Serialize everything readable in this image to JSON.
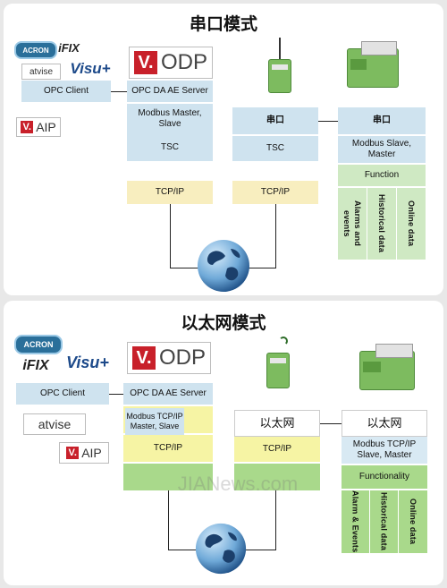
{
  "colors": {
    "blue": "#cfe3ef",
    "yellow": "#f8eebf",
    "yellow_bright": "#f6f4a4",
    "green": "#cfe9c3",
    "green_bright": "#a9d98b",
    "red": "#c8202a"
  },
  "top": {
    "title": "串口模式",
    "logos": {
      "acron": "ACRON",
      "ifix": "iFIX",
      "atvise": "atvise",
      "visu": "Visu+",
      "odp": "ODP",
      "aip": "AIP"
    },
    "opc_client": "OPC Client",
    "opc_da": "OPC DA AE Server",
    "modbus_master": "Modbus Master, Slave",
    "tsc": "TSC",
    "tcpip": "TCP/IP",
    "serial_mid": "串口",
    "tsc_mid": "TSC",
    "tcpip_mid": "TCP/IP",
    "serial_right": "串口",
    "modbus_slave": "Modbus Slave, Master",
    "function": "Function",
    "cols": [
      "Alarms and events",
      "Historical data",
      "Online data"
    ]
  },
  "bottom": {
    "title": "以太网模式",
    "logos": {
      "acron": "ACRON",
      "ifix": "iFIX",
      "atvise": "atvise",
      "visu": "Visu+",
      "odp": "ODP",
      "aip": "AIP"
    },
    "opc_client": "OPC Client",
    "opc_da": "OPC DA AE Server",
    "modbus_master": "Modbus TCP/IP Master, Slave",
    "tcpip": "TCP/IP",
    "ethernet_mid": "以太网",
    "tcpip_mid": "TCP/IP",
    "ethernet_right": "以太网",
    "modbus_slave": "Modbus TCP/IP Slave, Master",
    "functionality": "Functionality",
    "cols": [
      "Alarm & Events",
      "Historical data",
      "Online data"
    ],
    "watermark": "JIANews.com"
  }
}
